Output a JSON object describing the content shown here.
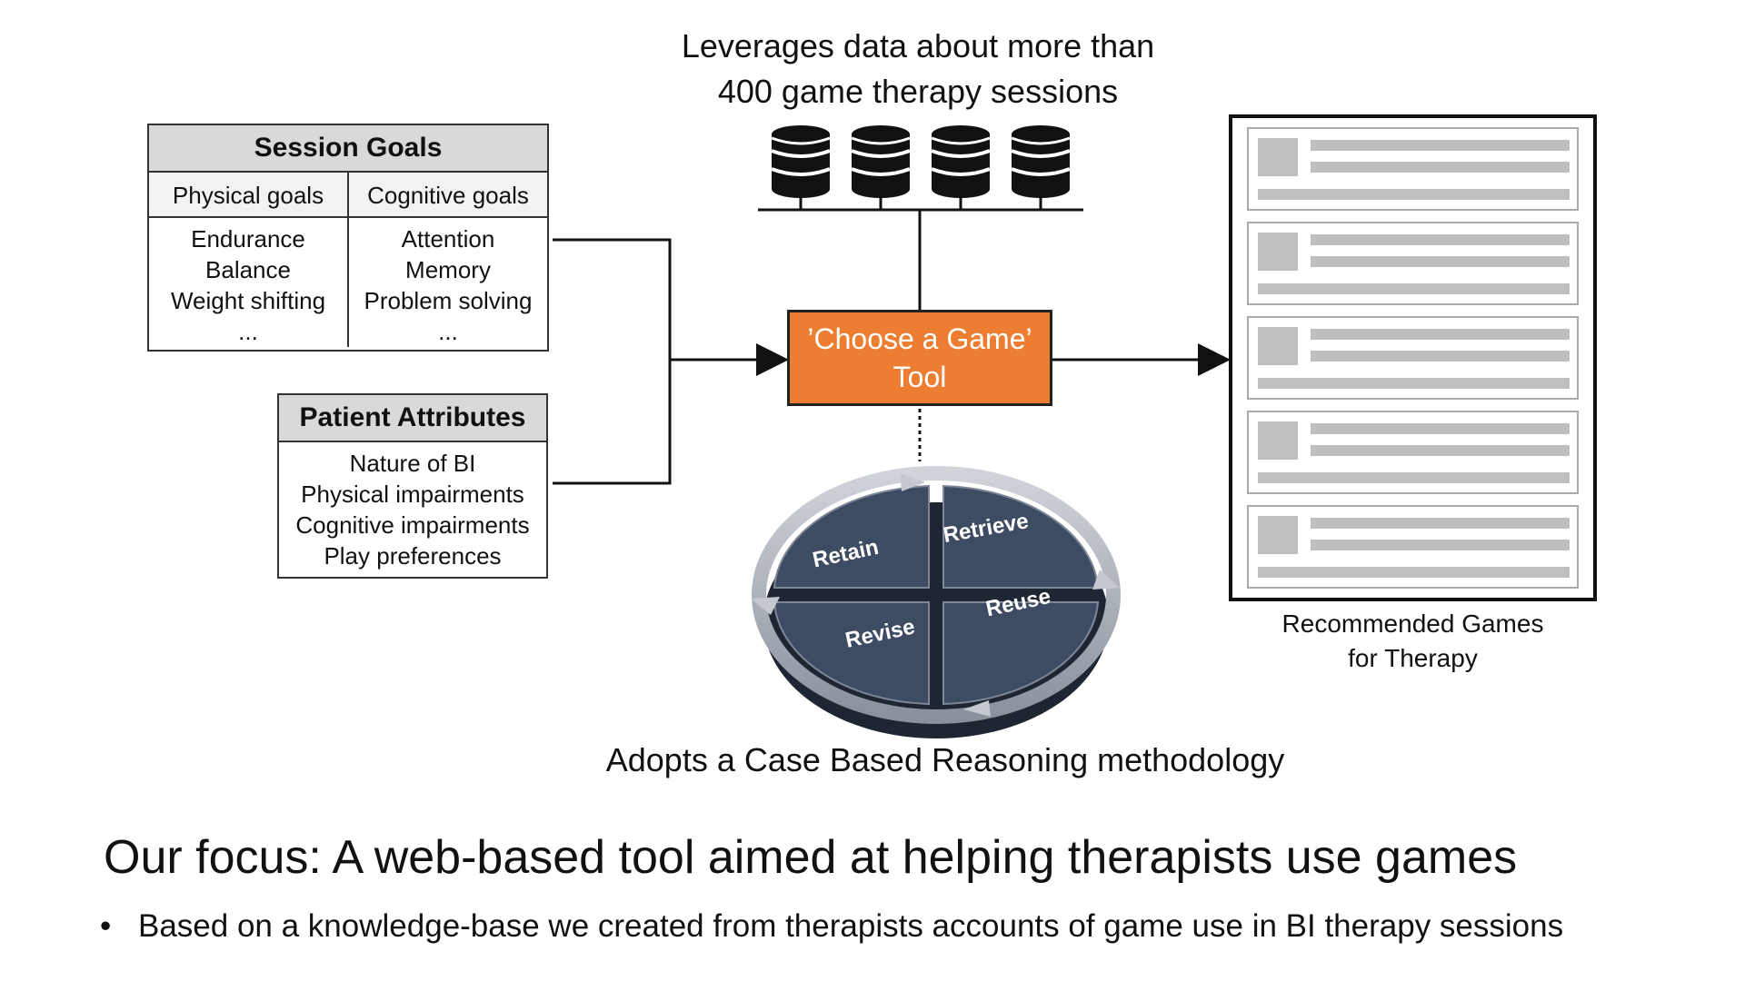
{
  "top_caption": {
    "line1": "Leverages data about more than",
    "line2": "400 game therapy sessions"
  },
  "session_goals": {
    "title": "Session Goals",
    "physical": {
      "header": "Physical goals",
      "items": [
        "Endurance",
        "Balance",
        "Weight shifting",
        "..."
      ]
    },
    "cognitive": {
      "header": "Cognitive goals",
      "items": [
        "Attention",
        "Memory",
        "Problem solving",
        "..."
      ]
    }
  },
  "patient_attributes": {
    "title": "Patient Attributes",
    "items": [
      "Nature of BI",
      "Physical impairments",
      "Cognitive impairments",
      "Play preferences"
    ]
  },
  "tool": {
    "line1": "’Choose a Game’",
    "line2": "Tool",
    "color": "#ed7d31"
  },
  "cbr_cycle": {
    "labels": [
      "Retain",
      "Retrieve",
      "Revise",
      "Reuse"
    ],
    "color": "#3e4c63"
  },
  "cbr_caption": "Adopts a Case Based Reasoning methodology",
  "recommended": {
    "line1": "Recommended Games",
    "line2": "for Therapy"
  },
  "focus_heading": "Our focus: A web-based tool aimed at helping therapists use games",
  "bullets": [
    "Based on a knowledge-base we created from therapists accounts of game use in BI therapy sessions"
  ],
  "icons": {
    "bullet": "•",
    "database": "database-icon"
  }
}
